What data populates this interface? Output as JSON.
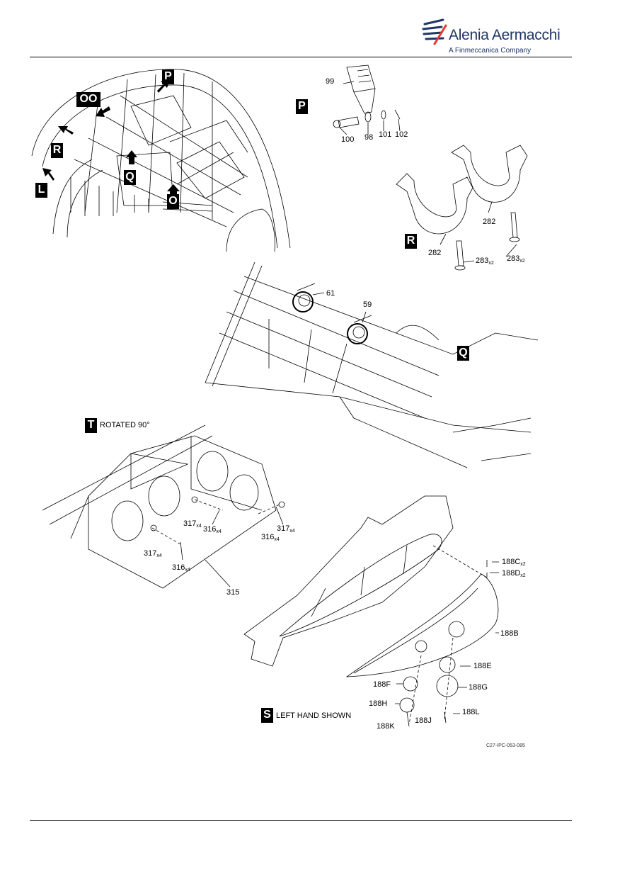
{
  "header": {
    "brand_name": "Alenia Aermacchi",
    "brand_sub": "A Finmeccanica Company",
    "brand_color": "#1f3566",
    "brand_accent": "#e23b2e"
  },
  "view_tags": {
    "P_main": "P",
    "OO": "OO",
    "R_main": "R",
    "L": "L",
    "Q_main": "Q",
    "O": "O",
    "P_detail": "P",
    "R_detail": "R",
    "Q_detail": "Q",
    "T_detail": "T",
    "S_detail": "S"
  },
  "view_notes": {
    "T": "ROTATED 90°",
    "S": "LEFT HAND SHOWN"
  },
  "callouts": {
    "c99": "99",
    "c100": "100",
    "c98": "98",
    "c101": "101",
    "c102": "102",
    "c282a": "282",
    "c282b": "282",
    "c283a": "283",
    "c283b": "283",
    "x2": "x2",
    "c61": "61",
    "c59": "59",
    "c317a": "317",
    "c316a": "316",
    "c316b": "316",
    "c317b": "317",
    "c317c": "317",
    "c316c": "316",
    "c315": "315",
    "x4": "x4",
    "c188C": "188C",
    "c188D": "188D",
    "c188B": "188B",
    "c188E": "188E",
    "c188F": "188F",
    "c188G": "188G",
    "c188H": "188H",
    "c188L": "188L",
    "c188J": "188J",
    "c188K": "188K"
  },
  "figure_id": "C27-IPC-053-085"
}
